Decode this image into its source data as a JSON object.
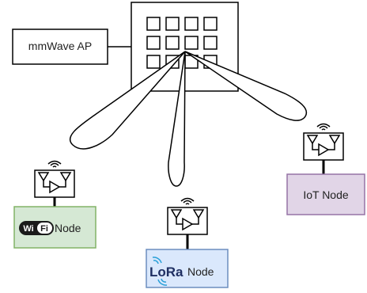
{
  "ap": {
    "label": "mmWave AP"
  },
  "nodes": {
    "wifi": {
      "logo_text": "WiFi",
      "label": "Node",
      "fill": "#d5e8d4",
      "stroke": "#82b366"
    },
    "lora": {
      "logo_text": "LoRa",
      "label": "Node",
      "fill": "#dae8fc",
      "stroke": "#6c8ebf"
    },
    "iot": {
      "label": "IoT Node",
      "fill": "#e1d5e7",
      "stroke": "#9673a6"
    }
  },
  "colors": {
    "line": "#000000",
    "lora_brand": "#1f2f62"
  },
  "icons": [
    "antenna-array-icon",
    "router-icon",
    "wireless-signal-icon",
    "wifi-logo-icon",
    "lora-logo-icon"
  ]
}
